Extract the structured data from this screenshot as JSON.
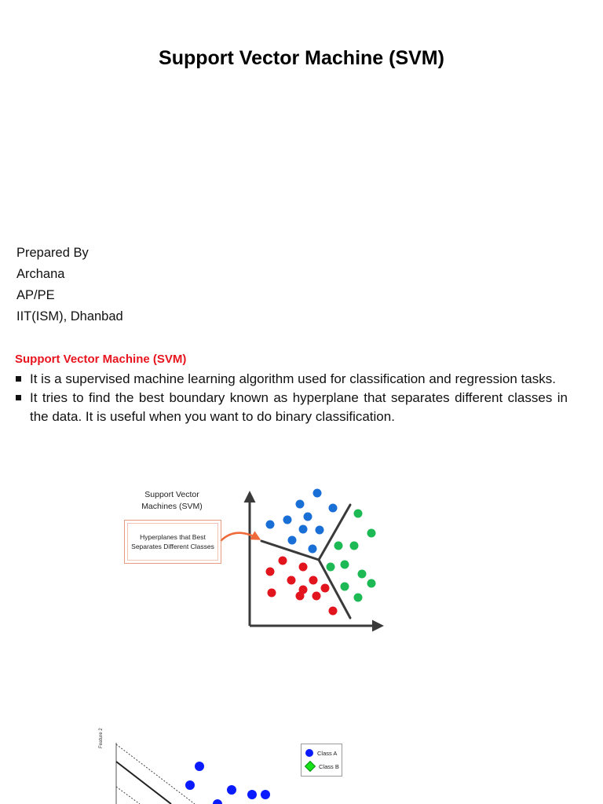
{
  "document": {
    "title": "Support Vector Machine (SVM)",
    "author_block": [
      "Prepared By",
      "Archana",
      "AP/PE",
      "IIT(ISM), Dhanbad"
    ],
    "section_heading": "Support Vector Machine (SVM)",
    "bullets": [
      "It is a supervised machine learning algorithm used for classification and regression tasks.",
      "It tries to find the best boundary known as hyperplane that separates different classes in the data. It is useful when you want to do binary classification."
    ],
    "heading_color": "#e8141e"
  },
  "figure1": {
    "label_lines": [
      "Support Vector",
      "Machines (SVM)"
    ],
    "callout_lines": [
      "Hyperplanes that Best",
      "Separates Different Classes"
    ],
    "colors": {
      "blue": "#1a6fd6",
      "red": "#e2141e",
      "green": "#1db954",
      "arrow": "#ee6a3a"
    }
  },
  "figure2": {
    "y_axis_label": "Feature 2",
    "legend": [
      {
        "label": "Class A",
        "marker": "circle",
        "color": "#0a1bff"
      },
      {
        "label": "Class B",
        "marker": "diamond",
        "color": "#17e31a"
      }
    ]
  }
}
